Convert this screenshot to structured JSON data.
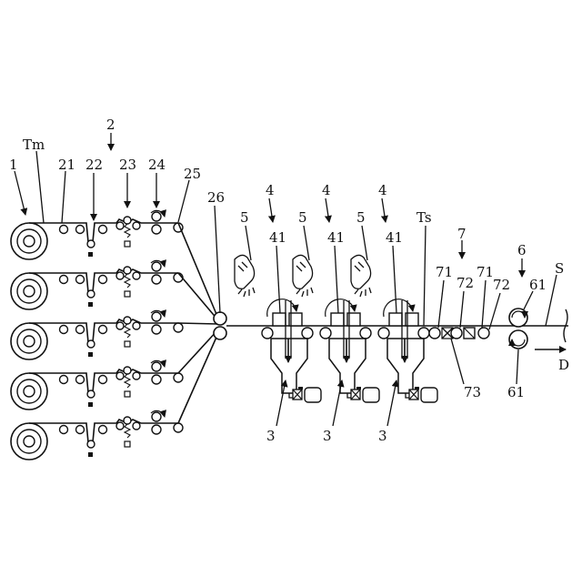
{
  "labels": {
    "unit_1": "1",
    "unit_2": "2",
    "tm": "Tm",
    "ref_21": "21",
    "ref_22": "22",
    "ref_23": "23",
    "ref_24": "24",
    "ref_25": "25",
    "ref_26": "26",
    "ref_4": "4",
    "ref_5": "5",
    "ref_41": "41",
    "ref_3": "3",
    "ts": "Ts",
    "ref_7": "7",
    "ref_71": "71",
    "ref_72": "72",
    "ref_73": "73",
    "ref_6": "6",
    "ref_61": "61",
    "s": "S",
    "d": "D"
  },
  "counts": {
    "feed_lines": 5,
    "process_stations": 3
  }
}
